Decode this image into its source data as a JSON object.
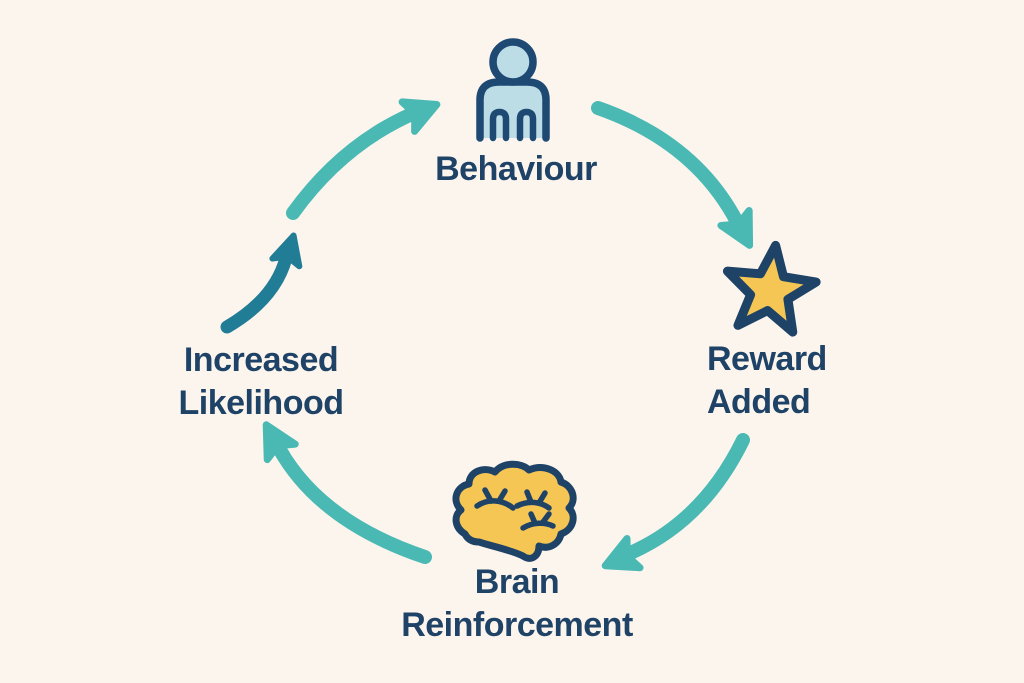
{
  "diagram": {
    "type": "cycle",
    "title": "",
    "nodes": {
      "behaviour": {
        "label": "Behaviour",
        "icon": "person-icon"
      },
      "reward": {
        "line1": "Reward",
        "line2": "Added",
        "icon": "star-icon"
      },
      "brain": {
        "line1": "Brain",
        "line2": "Reinforcement",
        "icon": "brain-icon"
      },
      "likelihood": {
        "line1": "Increased",
        "line2": "Likelihood",
        "icon": "increase-arrow-icon"
      }
    },
    "edges": [
      {
        "from": "behaviour",
        "to": "reward"
      },
      {
        "from": "reward",
        "to": "brain"
      },
      {
        "from": "brain",
        "to": "likelihood"
      },
      {
        "from": "likelihood",
        "to": "behaviour"
      }
    ]
  },
  "colors": {
    "background": "#fcf5ee",
    "text_navy": "#1f4267",
    "icon_outline_navy": "#1d4973",
    "person_fill_blue": "#bcdde6",
    "gold": "#f6c654",
    "arrow_teal": "#4ab9b3",
    "arrow_dark_teal": "#217d95"
  }
}
